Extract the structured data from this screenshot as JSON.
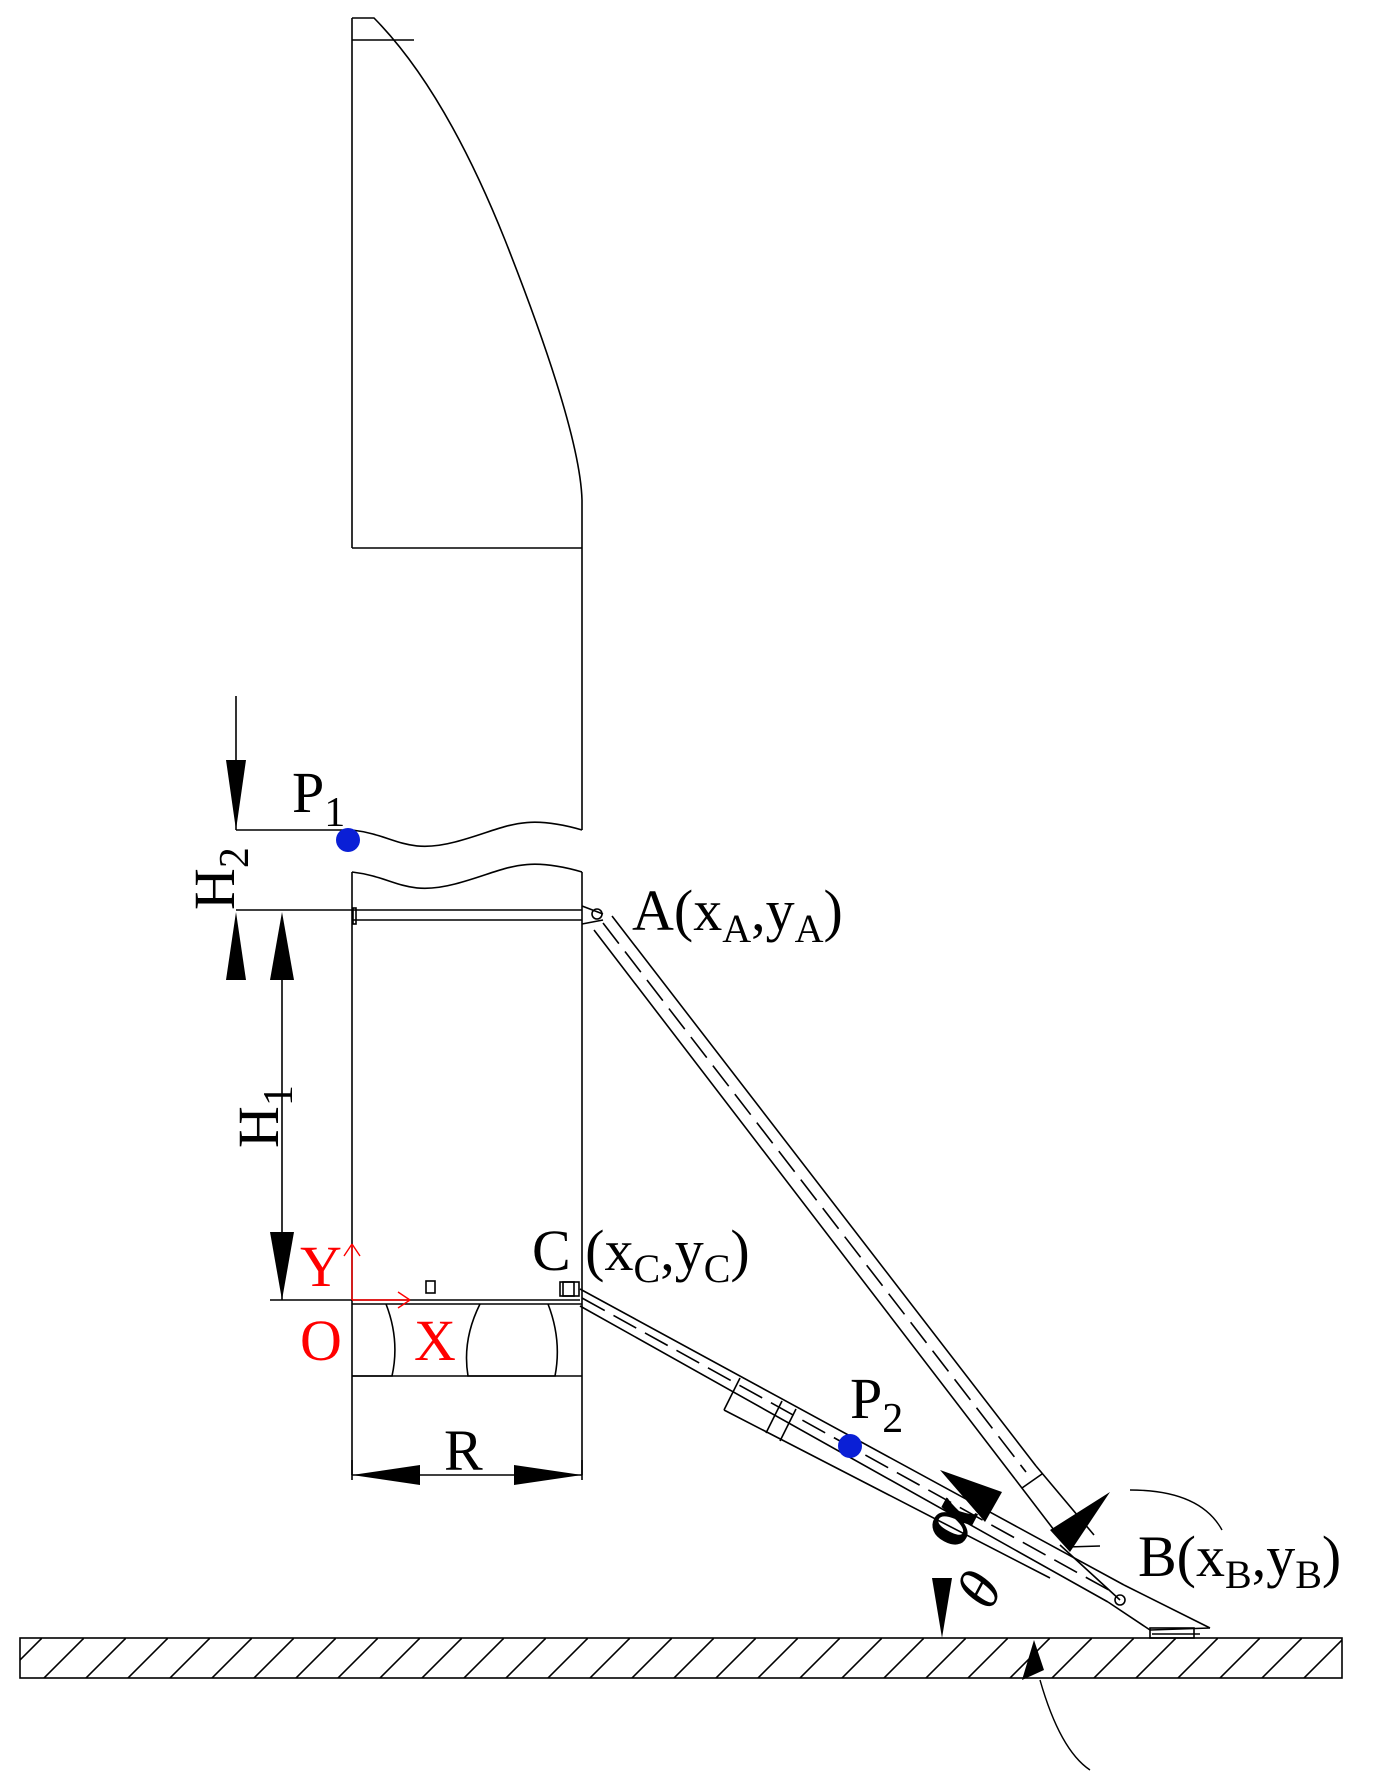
{
  "labels": {
    "p1": "P",
    "p1_sub": "1",
    "p2": "P",
    "p2_sub": "2",
    "h1": "H",
    "h1_sub": "1",
    "h2": "H",
    "h2_sub": "2",
    "r": "R",
    "a_pre": "A(x",
    "a_sub1": "A",
    "a_mid": ",y",
    "a_sub2": "A",
    "a_post": ")",
    "c_pre": "C (x",
    "c_sub1": "C",
    "c_mid": ",y",
    "c_sub2": "C",
    "c_post": ")",
    "b_pre": "B(x",
    "b_sub1": "B",
    "b_mid": ",y",
    "b_sub2": "B",
    "b_post": ")",
    "alpha": "α",
    "theta": "θ",
    "axis_x": "X",
    "axis_y": "Y",
    "axis_o": "O"
  },
  "colors": {
    "line": "#000000",
    "axis": "#ff0000",
    "mass_point": "#0a1fd6"
  }
}
